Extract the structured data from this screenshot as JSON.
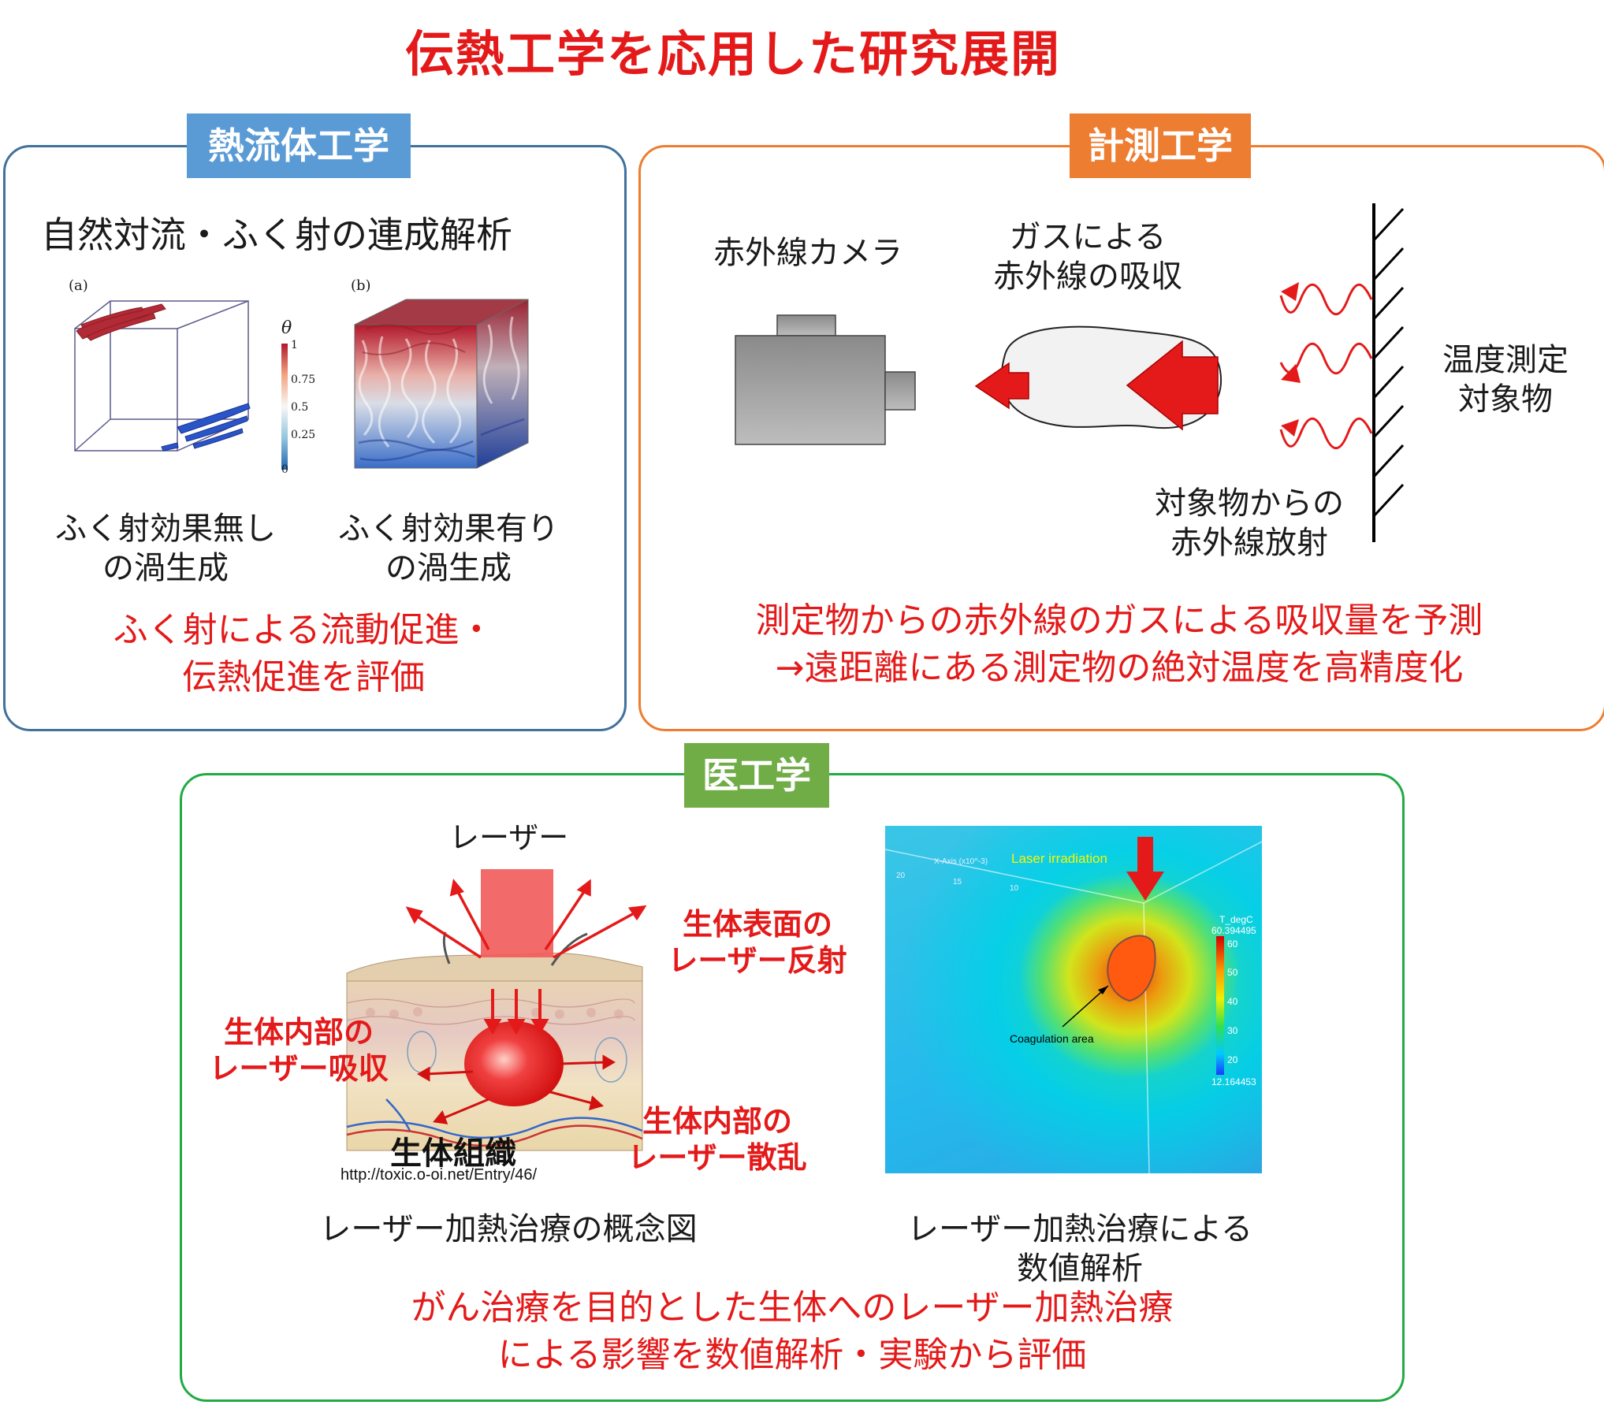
{
  "title": "伝熱工学を応用した研究展開",
  "colors": {
    "title": "#e41a1a",
    "fluid": "#5b9bd5",
    "fluid_border": "#41719c",
    "measure": "#ed7d31",
    "medical": "#70ad47",
    "medical_border": "#22aa44"
  },
  "fluid_panel": {
    "label": "熱流体工学",
    "heading": "自然対流・ふく射の連成解析",
    "sub_a_label": "(a)",
    "sub_b_label": "(b)",
    "colorbar": {
      "symbol": "θ",
      "ticks": [
        "1",
        "0.75",
        "0.5",
        "0.25",
        "0"
      ]
    },
    "caption_a_line1": "ふく射効果無し",
    "caption_a_line2": "の渦生成",
    "caption_b_line1": "ふく射効果有り",
    "caption_b_line2": "の渦生成",
    "conclusion_line1": "ふく射による流動促進・",
    "conclusion_line2": "伝熱促進を評価"
  },
  "measure_panel": {
    "label": "計測工学",
    "camera_label": "赤外線カメラ",
    "gas_label_line1": "ガスによる",
    "gas_label_line2": "赤外線の吸収",
    "target_label_line1": "温度測定",
    "target_label_line2": "対象物",
    "emission_label_line1": "対象物からの",
    "emission_label_line2": "赤外線放射",
    "conclusion_line1": "測定物からの赤外線のガスによる吸収量を予測",
    "conclusion_line2": "→遠距離にある測定物の絶対温度を高精度化"
  },
  "medical_panel": {
    "label": "医工学",
    "laser_label": "レーザー",
    "surface_reflection_line1": "生体表面の",
    "surface_reflection_line2": "レーザー反射",
    "internal_absorption_line1": "生体内部の",
    "internal_absorption_line2": "レーザー吸収",
    "internal_scatter_line1": "生体内部の",
    "internal_scatter_line2": "レーザー散乱",
    "tissue_label": "生体組織",
    "source_url": "http://toxic.o-oi.net/Entry/46/",
    "concept_caption": "レーザー加熱治療の概念図",
    "sim_caption_line1": "レーザー加熱治療による",
    "sim_caption_line2": "数値解析",
    "sim": {
      "laser_text": "Laser irradiation",
      "coagulation_text": "Coagulation area",
      "colorbar_title": "T_degC",
      "colorbar_max": "60.394495",
      "colorbar_ticks": [
        "60",
        "50",
        "40",
        "30",
        "20"
      ],
      "colorbar_min": "12.164453",
      "axis_x_label": "X-Axis (x10^-3)",
      "axis_tick_20": "20",
      "axis_tick_15": "15",
      "axis_tick_10": "10"
    },
    "conclusion_line1": "がん治療を目的とした生体へのレーザー加熱治療",
    "conclusion_line2": "による影響を数値解析・実験から評価"
  }
}
